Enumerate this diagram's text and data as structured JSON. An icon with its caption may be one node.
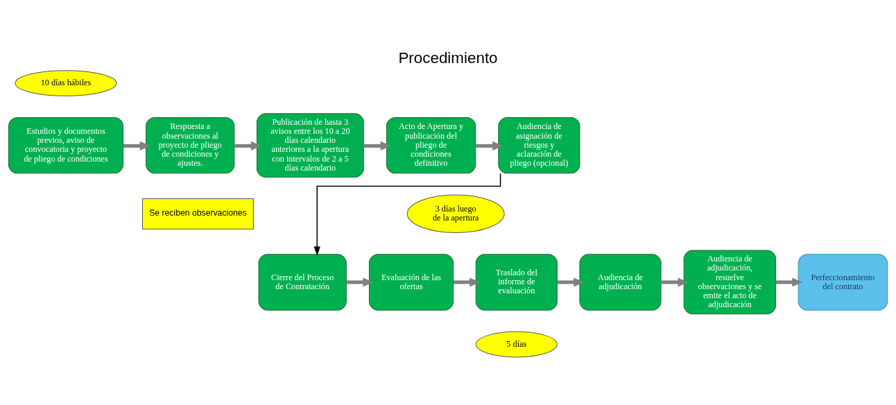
{
  "diagram": {
    "title": "Procedimiento",
    "nodes": [
      {
        "text": [
          "10 días hábiles"
        ]
      },
      {
        "text": [
          "Estudios y documentos previos, aviso de convocatoria y proyecto de pliego de condiciones"
        ]
      },
      {
        "text": [
          "Se reciben observaciones"
        ]
      },
      {
        "text": [
          "Respuesta a observaciones al proyecto de pliego de condiciones y ajustes."
        ]
      },
      {
        "text": [
          "Publicación de hasta 3 avisos entre los 10 a 20 días calendario anteriores a la apertura con intervalos de 2 a 5 días calendario"
        ]
      },
      {
        "text": [
          "Acto de Apertura y publicación del pliego de condiciones definitivo"
        ]
      },
      {
        "text": [
          "Audiencia de asignación de riesgos y aclaración de pliego (opcional)"
        ]
      },
      {
        "text": [
          "3 días luego de la apertura"
        ]
      },
      {
        "text": [
          "Cierre del Proceso de Contratación"
        ]
      },
      {
        "text": [
          "Evaluación de las ofertas"
        ]
      },
      {
        "text": [
          "Traslado del informe de evaluación"
        ]
      },
      {
        "text": [
          "5 días"
        ]
      },
      {
        "text": [
          "Audiencia de adjudicación"
        ]
      },
      {
        "text": [
          "Audiencia de adjudicación, resuelve observaciones y se emite el acto de adjudicación"
        ]
      },
      {
        "text": [
          "Perfeccionamiento del contrato"
        ]
      }
    ],
    "edges": [
      {
        "from": 1,
        "to": 3,
        "arrow": "to"
      },
      {
        "from": 3,
        "to": 4,
        "arrow": "to"
      },
      {
        "from": 4,
        "to": 5,
        "arrow": "to"
      },
      {
        "from": 5,
        "to": 6,
        "arrow": "to"
      },
      {
        "from": 6,
        "to": 8,
        "arrow": "to",
        "color": "#000000"
      },
      {
        "from": 8,
        "to": 9,
        "arrow": "to"
      },
      {
        "from": 9,
        "to": 10,
        "arrow": "to"
      },
      {
        "from": 10,
        "to": 12,
        "arrow": "to"
      },
      {
        "from": 12,
        "to": 13,
        "arrow": "to"
      },
      {
        "from": 13,
        "to": 14,
        "arrow": "to"
      }
    ]
  }
}
